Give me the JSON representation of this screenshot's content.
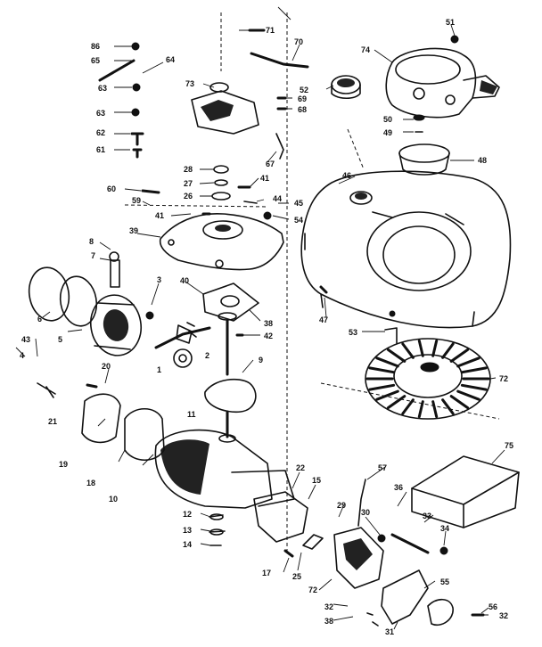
{
  "labels": [
    {
      "id": "l86",
      "text": "86"
    },
    {
      "id": "l65",
      "text": "65"
    },
    {
      "id": "l64",
      "text": "64"
    },
    {
      "id": "l63a",
      "text": "63"
    },
    {
      "id": "l63b",
      "text": "63"
    },
    {
      "id": "l62",
      "text": "62"
    },
    {
      "id": "l61",
      "text": "61"
    },
    {
      "id": "l60",
      "text": "60"
    },
    {
      "id": "l59",
      "text": "59"
    },
    {
      "id": "l41a",
      "text": "41"
    },
    {
      "id": "l39",
      "text": "39"
    },
    {
      "id": "l8",
      "text": "8"
    },
    {
      "id": "l7",
      "text": "7"
    },
    {
      "id": "l3",
      "text": "3"
    },
    {
      "id": "l40",
      "text": "40"
    },
    {
      "id": "l6",
      "text": "6"
    },
    {
      "id": "l5",
      "text": "5"
    },
    {
      "id": "l43",
      "text": "43"
    },
    {
      "id": "l4",
      "text": "4"
    },
    {
      "id": "l1",
      "text": "1"
    },
    {
      "id": "l2",
      "text": "2"
    },
    {
      "id": "l20",
      "text": "20"
    },
    {
      "id": "l21",
      "text": "21"
    },
    {
      "id": "l19",
      "text": "19"
    },
    {
      "id": "l18",
      "text": "18"
    },
    {
      "id": "l10",
      "text": "10"
    },
    {
      "id": "l11",
      "text": "11"
    },
    {
      "id": "l12",
      "text": "12"
    },
    {
      "id": "l13",
      "text": "13"
    },
    {
      "id": "l14",
      "text": "14"
    },
    {
      "id": "l71",
      "text": "71"
    },
    {
      "id": "l70",
      "text": "70"
    },
    {
      "id": "l73",
      "text": "73"
    },
    {
      "id": "l52",
      "text": "52"
    },
    {
      "id": "l69",
      "text": "69"
    },
    {
      "id": "l68",
      "text": "68"
    },
    {
      "id": "l67",
      "text": "67"
    },
    {
      "id": "l28",
      "text": "28"
    },
    {
      "id": "l27",
      "text": "27"
    },
    {
      "id": "l26",
      "text": "26"
    },
    {
      "id": "l41b",
      "text": "41"
    },
    {
      "id": "l44",
      "text": "44"
    },
    {
      "id": "l45",
      "text": "45"
    },
    {
      "id": "l54a",
      "text": "54"
    },
    {
      "id": "l38a",
      "text": "38"
    },
    {
      "id": "l42",
      "text": "42"
    },
    {
      "id": "l9",
      "text": "9"
    },
    {
      "id": "l51",
      "text": "51"
    },
    {
      "id": "l74",
      "text": "74"
    },
    {
      "id": "l50",
      "text": "50"
    },
    {
      "id": "l49",
      "text": "49"
    },
    {
      "id": "l48",
      "text": "48"
    },
    {
      "id": "l46",
      "text": "46"
    },
    {
      "id": "l47",
      "text": "47"
    },
    {
      "id": "l53",
      "text": "53"
    },
    {
      "id": "l72a",
      "text": "72"
    },
    {
      "id": "l75",
      "text": "75"
    },
    {
      "id": "l57",
      "text": "57"
    },
    {
      "id": "l36",
      "text": "36"
    },
    {
      "id": "l22",
      "text": "22"
    },
    {
      "id": "l15",
      "text": "15"
    },
    {
      "id": "l29",
      "text": "29"
    },
    {
      "id": "l30",
      "text": "30"
    },
    {
      "id": "l33",
      "text": "33"
    },
    {
      "id": "l34",
      "text": "34"
    },
    {
      "id": "l17",
      "text": "17"
    },
    {
      "id": "l25",
      "text": "25"
    },
    {
      "id": "l72b",
      "text": "72"
    },
    {
      "id": "l55",
      "text": "55"
    },
    {
      "id": "l32a",
      "text": "32"
    },
    {
      "id": "l38b",
      "text": "38"
    },
    {
      "id": "l31",
      "text": "31"
    },
    {
      "id": "l56",
      "text": "56"
    },
    {
      "id": "l32b",
      "text": "32"
    }
  ]
}
